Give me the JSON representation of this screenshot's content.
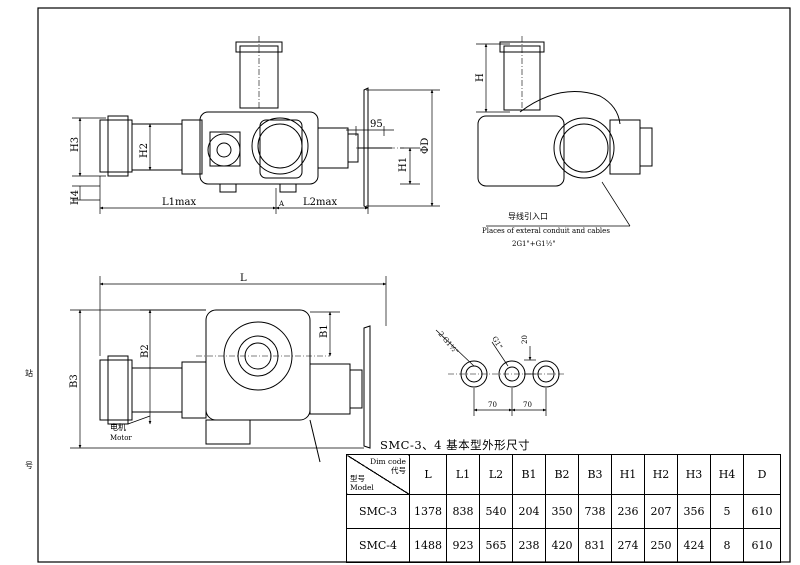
{
  "margin_marks": {
    "left_top": "站",
    "left_bottom": "号"
  },
  "top_left_view": {
    "H3": "H3",
    "H2": "H2",
    "H4": "H4",
    "A": "A",
    "L1max": "L1max",
    "L2max": "L2max",
    "dim_95": "95",
    "D": "ΦD",
    "H1": "H1"
  },
  "top_right_view": {
    "H": "H",
    "conduit_cn": "导线引入口",
    "conduit_en": "Places of exteral conduit and cables",
    "thread": "2G1\"+G1½\""
  },
  "bottom_view": {
    "L": "L",
    "B1": "B1",
    "B2": "B2",
    "B3": "B3",
    "motor_cn": "电机",
    "motor_en": "Motor"
  },
  "ports_view": {
    "label_2g": "2-G1½\"",
    "label_g": "G1\"",
    "dim_20": "20",
    "dim_70a": "70",
    "dim_70b": "70"
  },
  "table": {
    "caption": "SMC-3、4 基本型外形尺寸",
    "corner_top": "Dim code",
    "corner_code_cn": "代号",
    "corner_model_cn": "型号",
    "corner_model_en": "Model",
    "columns": [
      "L",
      "L1",
      "L2",
      "B1",
      "B2",
      "B3",
      "H1",
      "H2",
      "H3",
      "H4",
      "D"
    ],
    "rows": [
      {
        "model": "SMC-3",
        "values": [
          "1378",
          "838",
          "540",
          "204",
          "350",
          "738",
          "236",
          "207",
          "356",
          "5",
          "610"
        ]
      },
      {
        "model": "SMC-4",
        "values": [
          "1488",
          "923",
          "565",
          "238",
          "420",
          "831",
          "274",
          "250",
          "424",
          "8",
          "610"
        ]
      }
    ]
  }
}
